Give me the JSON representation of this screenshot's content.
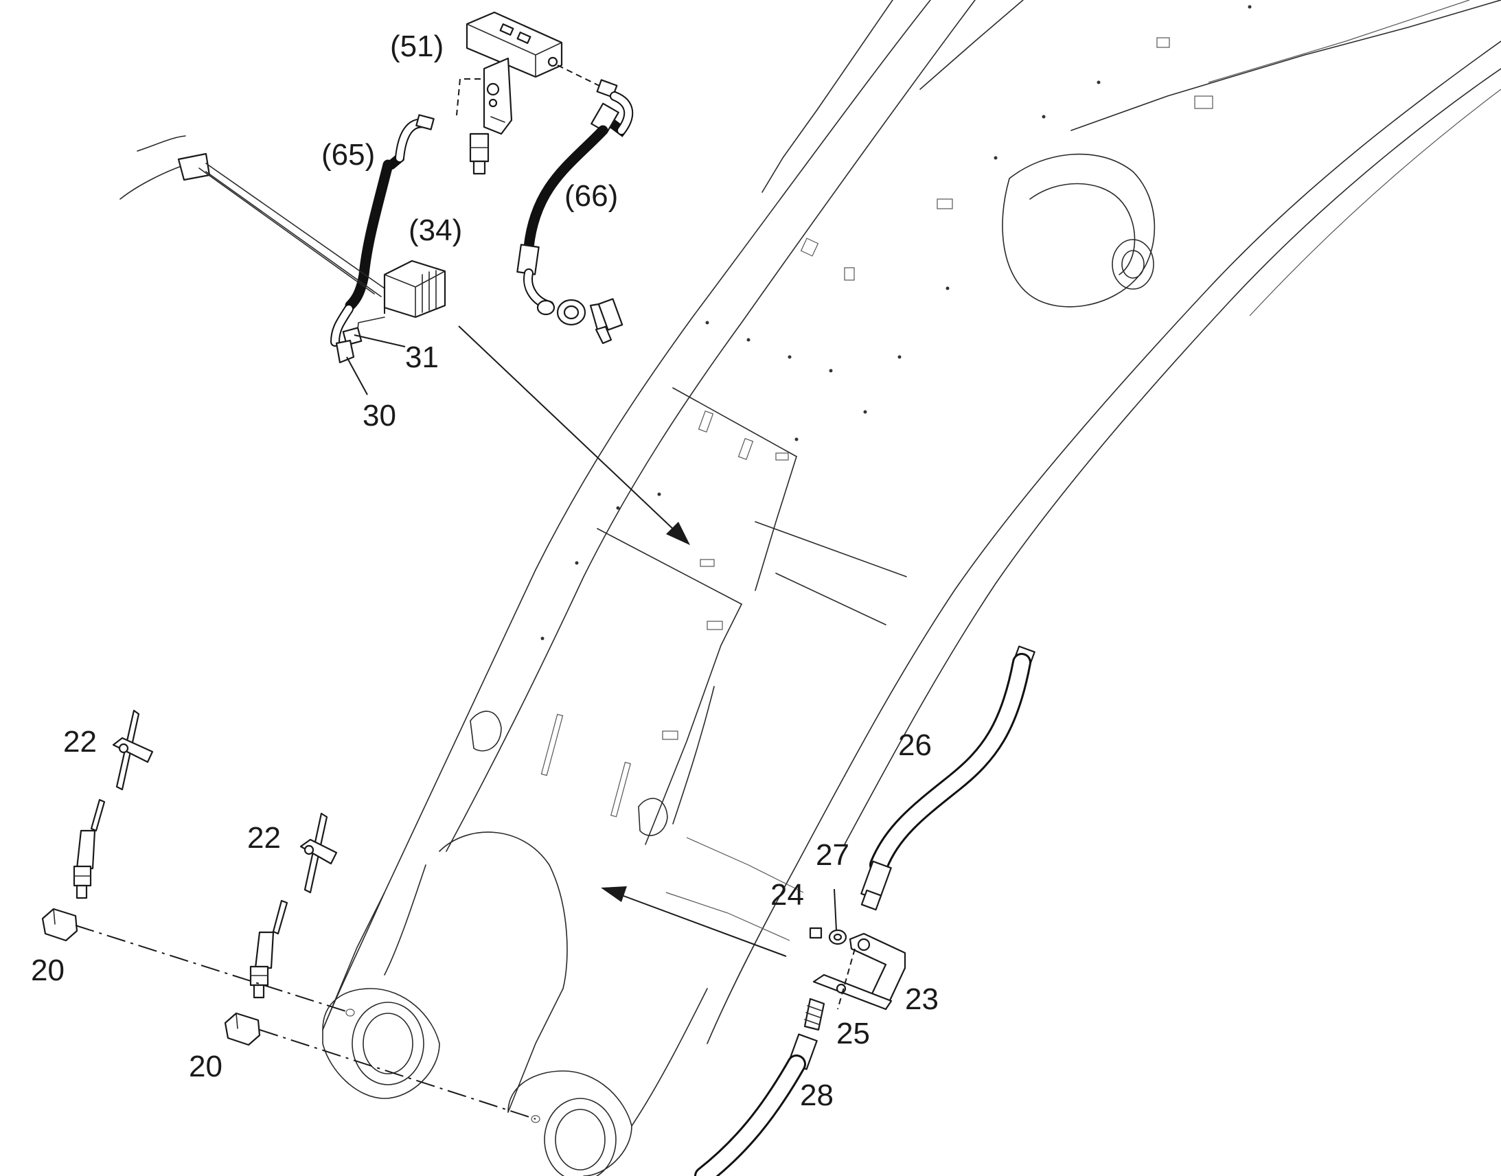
{
  "labels": {
    "p51": "(51)",
    "p65": "(65)",
    "p66": "(66)",
    "p34": "(34)",
    "p31": "31",
    "p30": "30",
    "p22a": "22",
    "p22b": "22",
    "p20a": "20",
    "p20b": "20",
    "p26": "26",
    "p27": "27",
    "p24": "24",
    "p23": "23",
    "p25": "25",
    "p28": "28"
  },
  "colors": {
    "line": "#1a1a1a",
    "hose": "#111111",
    "background": "#ffffff"
  }
}
